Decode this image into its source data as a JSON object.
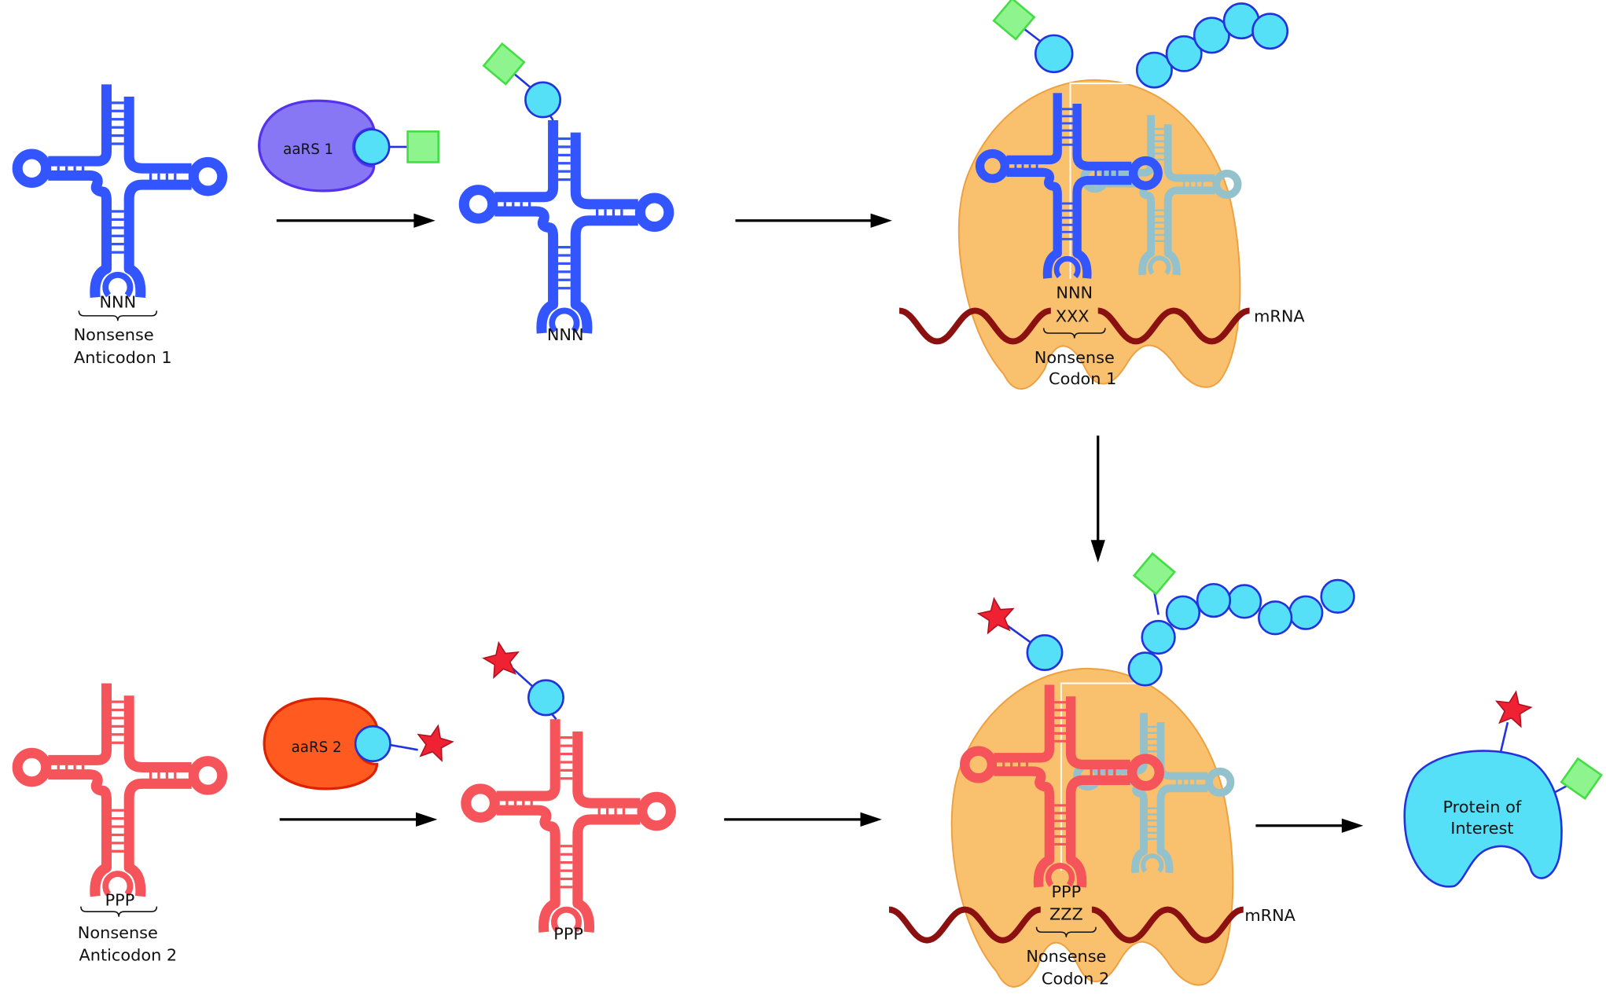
{
  "colors": {
    "trna_1": "#3355ff",
    "trna_2": "#f5545a",
    "trna_ghost": "#93c1cc",
    "aars_1": "#8877f5",
    "aars_2": "#ff5a1f",
    "amino_acid": "#55e0f7",
    "ribosome": "#f9c06e",
    "mrna": "#8b1010",
    "green_tag": "#8ef58e",
    "red_tag": "#ee2233"
  },
  "row1": {
    "trna_anticodon": "NNN",
    "anticodon_label_1": "Nonsense",
    "anticodon_label_2": "Anticodon 1",
    "aars_label": "aaRS 1",
    "charged_anticodon": "NNN",
    "ribosome_anticodon": "NNN",
    "ribosome_codon": "XXX",
    "codon_label_1": "Nonsense",
    "codon_label_2": "Codon 1",
    "mrna_label": "mRNA",
    "tag_icon": "green-square"
  },
  "row2": {
    "trna_anticodon": "PPP",
    "anticodon_label_1": "Nonsense",
    "anticodon_label_2": "Anticodon 2",
    "aars_label": "aaRS 2",
    "charged_anticodon": "PPP",
    "ribosome_anticodon": "PPP",
    "ribosome_codon": "ZZZ",
    "codon_label_1": "Nonsense",
    "codon_label_2": "Codon 2",
    "mrna_label": "mRNA",
    "tag_icon": "red-star"
  },
  "product": {
    "label_1": "Protein of",
    "label_2": "Interest"
  }
}
